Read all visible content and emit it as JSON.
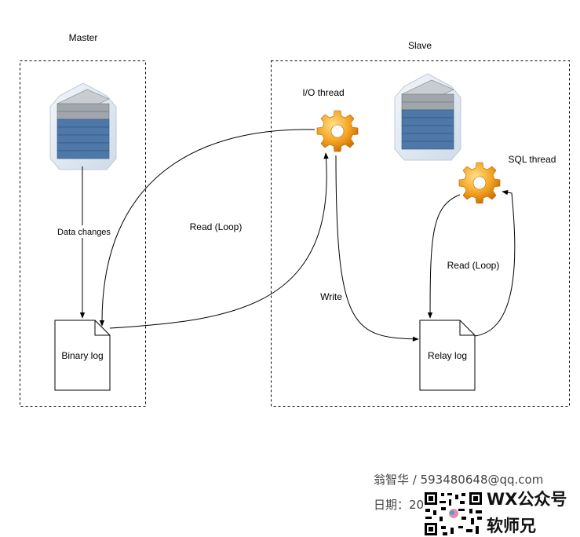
{
  "diagram": {
    "master": {
      "title": "Master"
    },
    "slave": {
      "title": "Slave"
    },
    "edges": {
      "data_changes": "Data changes",
      "read_loop_io": "Read (Loop)",
      "write": "Write",
      "read_loop_sql": "Read (Loop)"
    },
    "nodes": {
      "io_thread": "I/O thread",
      "sql_thread": "SQL thread",
      "binary_log": "Binary log",
      "relay_log": "Relay log"
    }
  },
  "watermark": {
    "author": "翁智华 / 593480648@qq.com",
    "date_prefix": "日期：20",
    "wx_label": "WX公众号",
    "wx_name": "软师兄"
  },
  "colors": {
    "server_frame": "#dde7f0",
    "server_gray": "#9aa0a6",
    "server_blue": "#4d78a8",
    "gear": "#f5a623",
    "border": "#000000"
  }
}
